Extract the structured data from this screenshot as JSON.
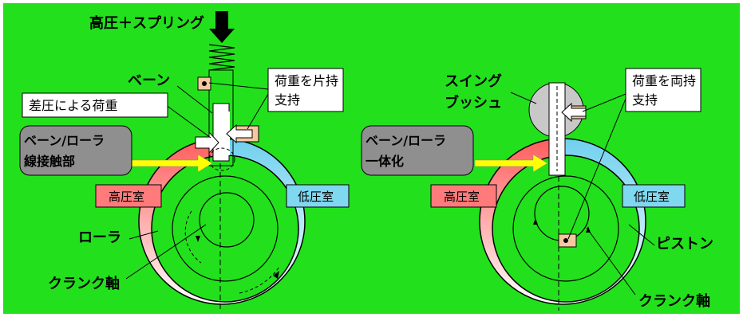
{
  "colors": {
    "background": "#22e11c",
    "high_pressure": "#ff6b6b",
    "low_pressure": "#7fd7f0",
    "label_box_fill": "#ffffff",
    "rounded_box_fill": "#8f8f8f",
    "yellow_arrow": "#ffff00"
  },
  "left": {
    "top_label": "高圧＋スプリング",
    "vane_label": "ベーン",
    "diff_label": "差圧による荷重",
    "support_box_line1": "荷重を片持",
    "support_box_line2": "支持",
    "contact_box_line1": "ベーン/ローラ",
    "contact_box_line2": "線接触部",
    "high_chamber": "高圧室",
    "low_chamber": "低圧室",
    "roller_label": "ローラ",
    "crank_label": "クランク軸"
  },
  "right": {
    "bush_line1": "スイング",
    "bush_line2": "ブッシュ",
    "support_box_line1": "荷重を両持",
    "support_box_line2": "支持",
    "integrated_line1": "ベーン/ローラ",
    "integrated_line2": "一体化",
    "high_chamber": "高圧室",
    "low_chamber": "低圧室",
    "piston_label": "ピストン",
    "crank_label": "クランク軸"
  },
  "icons": {
    "down_arrow": "down-arrow-icon",
    "spring": "spring-icon",
    "yellow_arrow": "yellow-arrow-icon"
  }
}
